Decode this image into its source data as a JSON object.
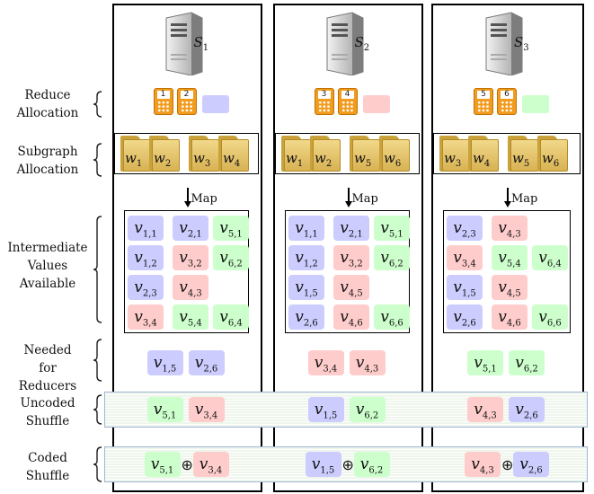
{
  "row_labels": {
    "reduce": [
      "Reduce",
      "Allocation"
    ],
    "subgraph": [
      "Subgraph",
      "Allocation"
    ],
    "intermediate": [
      "Intermediate",
      "Values",
      "Available"
    ],
    "needed": [
      "Needed",
      "for",
      "Reducers"
    ],
    "uncoded": [
      "Uncoded",
      "Shuffle"
    ],
    "coded": [
      "Coded",
      "Shuffle"
    ]
  },
  "servers": [
    {
      "name": "S",
      "index": "1",
      "reducers": [
        "1",
        "2"
      ],
      "reducer_color": "#ccccff",
      "subgraph": [
        [
          "w",
          "1"
        ],
        [
          "w",
          "2"
        ],
        [
          "w",
          "3"
        ],
        [
          "w",
          "4"
        ]
      ],
      "map_label": "Map",
      "intermediate": [
        [
          [
            "v",
            "1,1",
            "blue"
          ],
          [
            "v",
            "2,1",
            "blue"
          ],
          [
            "v",
            "5,1",
            "green"
          ]
        ],
        [
          [
            "v",
            "1,2",
            "blue"
          ],
          [
            "v",
            "3,2",
            "red"
          ],
          [
            "v",
            "6,2",
            "green"
          ]
        ],
        [
          [
            "v",
            "2,3",
            "blue"
          ],
          [
            "v",
            "4,3",
            "red"
          ],
          null
        ],
        [
          [
            "v",
            "3,4",
            "red"
          ],
          [
            "v",
            "5,4",
            "green"
          ],
          [
            "v",
            "6,4",
            "green"
          ]
        ]
      ],
      "needed": [
        [
          "v",
          "1,5",
          "blue"
        ],
        [
          "v",
          "2,6",
          "blue"
        ]
      ],
      "uncoded": [
        [
          "v",
          "5,1",
          "green"
        ],
        [
          "v",
          "3,4",
          "red"
        ]
      ],
      "coded": [
        [
          "v",
          "5,1",
          "green"
        ],
        [
          "v",
          "3,4",
          "red"
        ]
      ]
    },
    {
      "name": "S",
      "index": "2",
      "reducers": [
        "3",
        "4"
      ],
      "reducer_color": "#ffcccc",
      "subgraph": [
        [
          "w",
          "1"
        ],
        [
          "w",
          "2"
        ],
        [
          "w",
          "5"
        ],
        [
          "w",
          "6"
        ]
      ],
      "map_label": "Map",
      "intermediate": [
        [
          [
            "v",
            "1,1",
            "blue"
          ],
          [
            "v",
            "2,1",
            "blue"
          ],
          [
            "v",
            "5,1",
            "green"
          ]
        ],
        [
          [
            "v",
            "1,2",
            "blue"
          ],
          [
            "v",
            "3,2",
            "red"
          ],
          [
            "v",
            "6,2",
            "green"
          ]
        ],
        [
          [
            "v",
            "1,5",
            "blue"
          ],
          [
            "v",
            "4,5",
            "red"
          ],
          null
        ],
        [
          [
            "v",
            "2,6",
            "blue"
          ],
          [
            "v",
            "4,6",
            "red"
          ],
          [
            "v",
            "6,6",
            "green"
          ]
        ]
      ],
      "needed": [
        [
          "v",
          "3,4",
          "red"
        ],
        [
          "v",
          "4,3",
          "red"
        ]
      ],
      "uncoded": [
        [
          "v",
          "1,5",
          "blue"
        ],
        [
          "v",
          "6,2",
          "green"
        ]
      ],
      "coded": [
        [
          "v",
          "1,5",
          "blue"
        ],
        [
          "v",
          "6,2",
          "green"
        ]
      ]
    },
    {
      "name": "S",
      "index": "3",
      "reducers": [
        "5",
        "6"
      ],
      "reducer_color": "#ccffcc",
      "subgraph": [
        [
          "w",
          "3"
        ],
        [
          "w",
          "4"
        ],
        [
          "w",
          "5"
        ],
        [
          "w",
          "6"
        ]
      ],
      "map_label": "Map",
      "intermediate": [
        [
          [
            "v",
            "2,3",
            "blue"
          ],
          [
            "v",
            "4,3",
            "red"
          ],
          null
        ],
        [
          [
            "v",
            "3,4",
            "red"
          ],
          [
            "v",
            "5,4",
            "green"
          ],
          [
            "v",
            "6,4",
            "green"
          ]
        ],
        [
          [
            "v",
            "1,5",
            "blue"
          ],
          [
            "v",
            "4,5",
            "red"
          ],
          null
        ],
        [
          [
            "v",
            "2,6",
            "blue"
          ],
          [
            "v",
            "4,6",
            "red"
          ],
          [
            "v",
            "6,6",
            "green"
          ]
        ]
      ],
      "needed": [
        [
          "v",
          "5,1",
          "green"
        ],
        [
          "v",
          "6,2",
          "green"
        ]
      ],
      "uncoded": [
        [
          "v",
          "4,3",
          "red"
        ],
        [
          "v",
          "2,6",
          "blue"
        ]
      ],
      "coded": [
        [
          "v",
          "4,3",
          "red"
        ],
        [
          "v",
          "2,6",
          "blue"
        ]
      ]
    }
  ],
  "coded_operator": "⊕",
  "colors": {
    "blue": "#ccccff",
    "red": "#ffcccc",
    "green": "#ccffcc",
    "calculator": "#f29c1f",
    "folder": "#e6c56e"
  }
}
